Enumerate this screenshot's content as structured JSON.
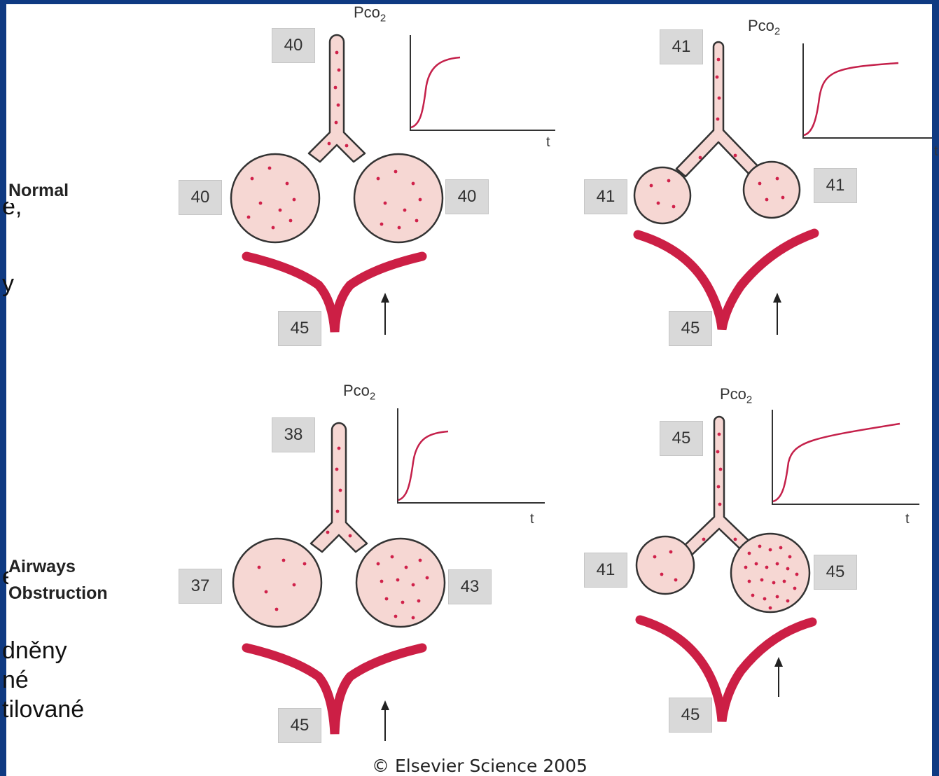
{
  "colors": {
    "alveolus_fill": "#f6d7d3",
    "outline": "#333333",
    "vessel": "#cc1f45",
    "dot": "#d0214a",
    "frame_blue": "#0f3a82"
  },
  "row_labels": {
    "top": "Normal",
    "bottom_line1": "Airways",
    "bottom_line2": "Obstruction"
  },
  "background_fragments": [
    "e,",
    "y",
    "e",
    "dněny",
    "né",
    "tilované"
  ],
  "pco2_label": "Pco",
  "pco2_sub": "2",
  "time_label": "t",
  "panels": [
    {
      "airway": "40",
      "left_alveolus": "40",
      "right_alveolus": "40",
      "capillary": "45"
    },
    {
      "airway": "41",
      "left_alveolus": "41",
      "right_alveolus": "41",
      "capillary": "45"
    },
    {
      "airway": "38",
      "left_alveolus": "37",
      "right_alveolus": "43",
      "capillary": "45"
    },
    {
      "airway": "45",
      "left_alveolus": "41",
      "right_alveolus": "45",
      "capillary": "45"
    }
  ],
  "copyright": "© Elsevier Science 2005"
}
